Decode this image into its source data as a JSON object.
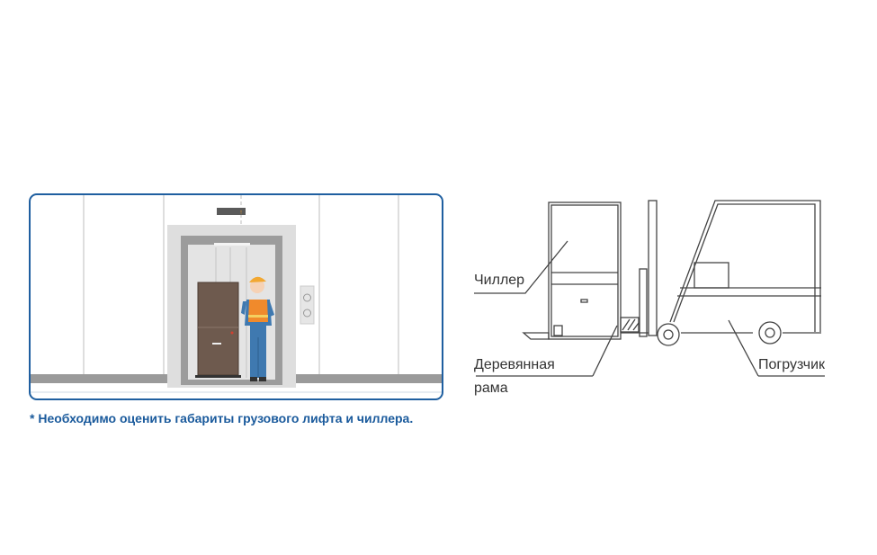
{
  "elevator_panel": {
    "caption": "* Необходимо оценить габариты грузового лифта и чиллера.",
    "border_color": "#1f5fa0",
    "caption_color": "#1a5a9c",
    "chiller_color": "#6e5a4e",
    "vest_color": "#f08a2c",
    "uniform_color": "#3f79b0"
  },
  "forklift_diagram": {
    "labels": {
      "chiller": "Чиллер",
      "wooden_frame_line1": "Деревянная",
      "wooden_frame_line2": "рама",
      "forklift": "Погрузчик"
    }
  }
}
